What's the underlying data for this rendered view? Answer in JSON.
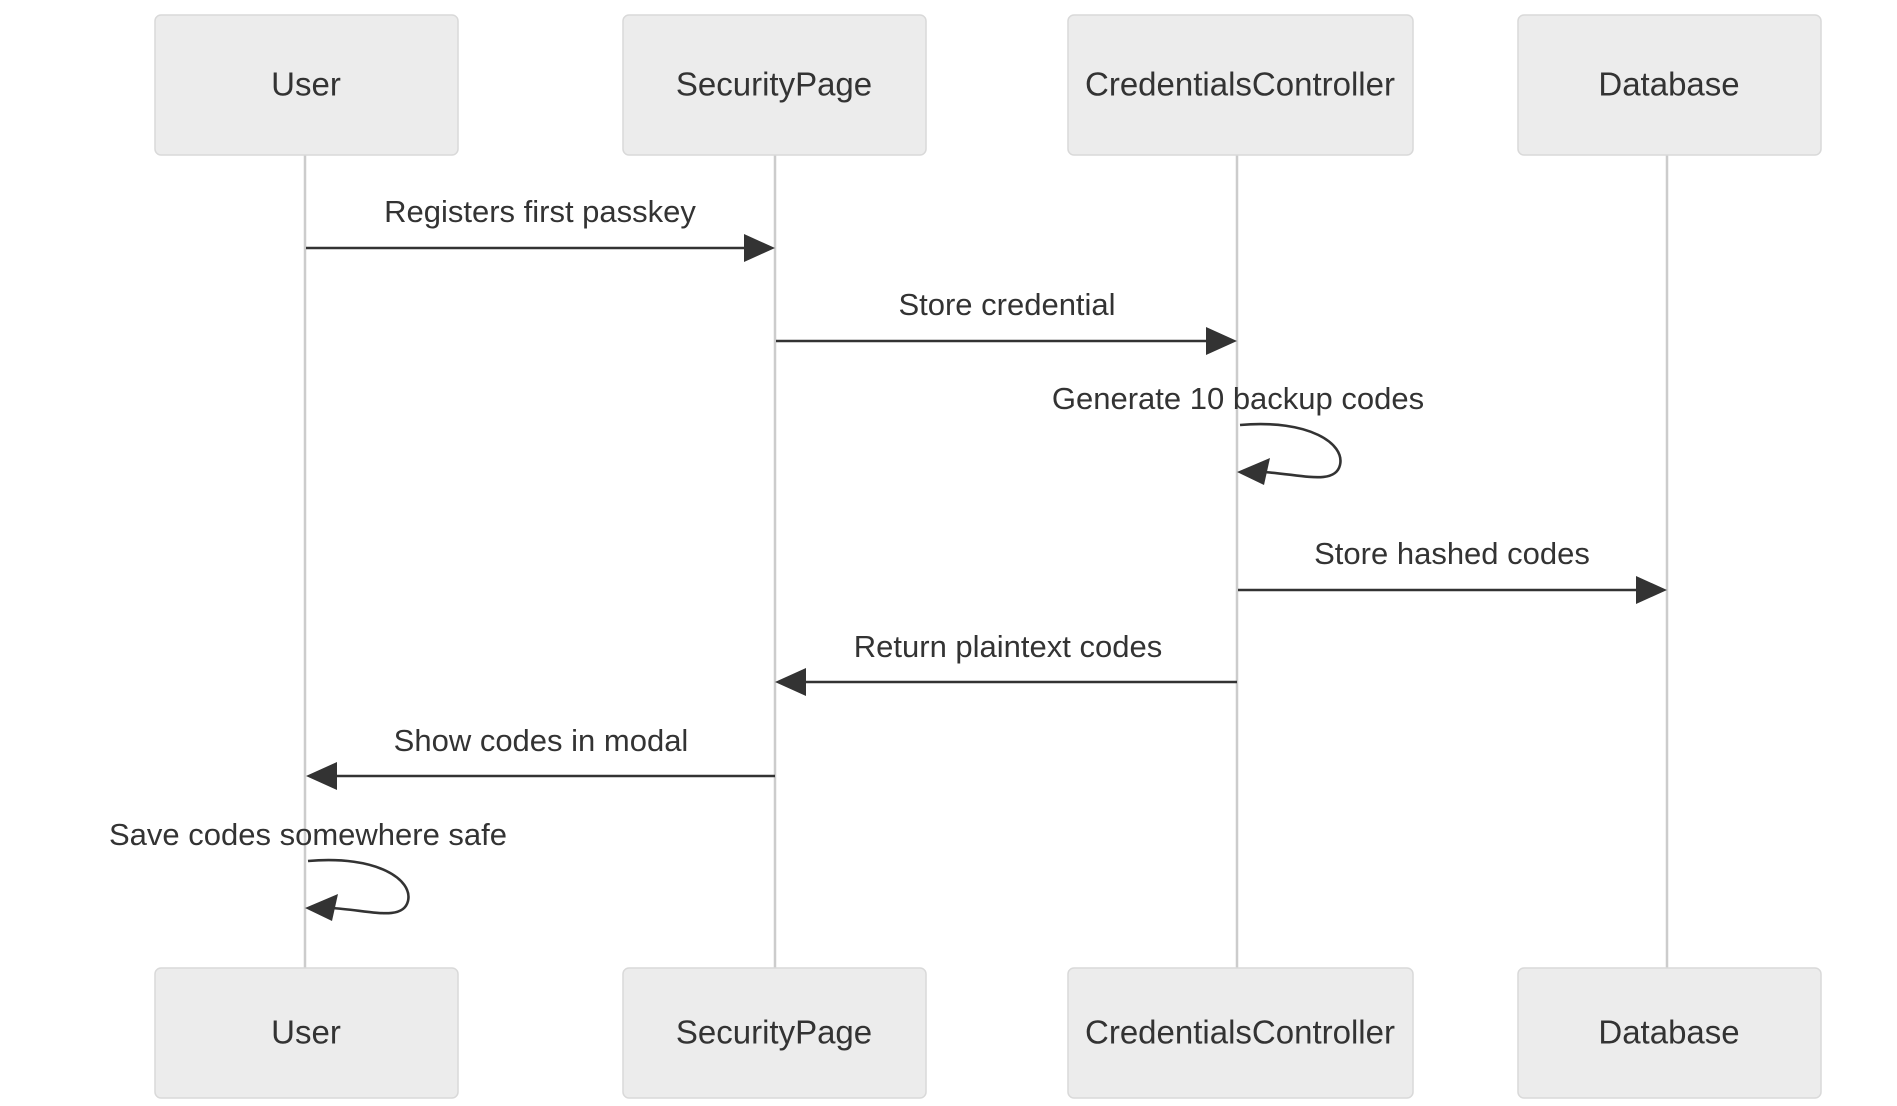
{
  "diagram": {
    "type": "sequence-diagram",
    "title": "",
    "colors": {
      "participant_fill": "#ECECEC",
      "participant_border": "#D9D9D9",
      "participant_text": "#333333",
      "lifeline": "#CCCCCC",
      "message_line": "#333333",
      "message_text": "#333333",
      "background": "#FFFFFF"
    },
    "participants": [
      {
        "id": "user",
        "label": "User"
      },
      {
        "id": "securitypage",
        "label": "SecurityPage"
      },
      {
        "id": "credentialscontroller",
        "label": "CredentialsController"
      },
      {
        "id": "database",
        "label": "Database"
      }
    ],
    "messages": [
      {
        "index": 1,
        "label": "Registers first passkey",
        "from": "user",
        "to": "securitypage",
        "direction": "right",
        "kind": "sync",
        "self": false
      },
      {
        "index": 2,
        "label": "Store credential",
        "from": "securitypage",
        "to": "credentialscontroller",
        "direction": "right",
        "kind": "sync",
        "self": false
      },
      {
        "index": 3,
        "label": "Generate 10 backup codes",
        "from": "credentialscontroller",
        "to": "credentialscontroller",
        "direction": "self",
        "kind": "sync",
        "self": true
      },
      {
        "index": 4,
        "label": "Store hashed codes",
        "from": "credentialscontroller",
        "to": "database",
        "direction": "right",
        "kind": "sync",
        "self": false
      },
      {
        "index": 5,
        "label": "Return plaintext codes",
        "from": "credentialscontroller",
        "to": "securitypage",
        "direction": "left",
        "kind": "sync",
        "self": false
      },
      {
        "index": 6,
        "label": "Show codes in modal",
        "from": "securitypage",
        "to": "user",
        "direction": "left",
        "kind": "sync",
        "self": false
      },
      {
        "index": 7,
        "label": "Save codes somewhere safe",
        "from": "user",
        "to": "user",
        "direction": "self",
        "kind": "sync",
        "self": true
      }
    ]
  }
}
